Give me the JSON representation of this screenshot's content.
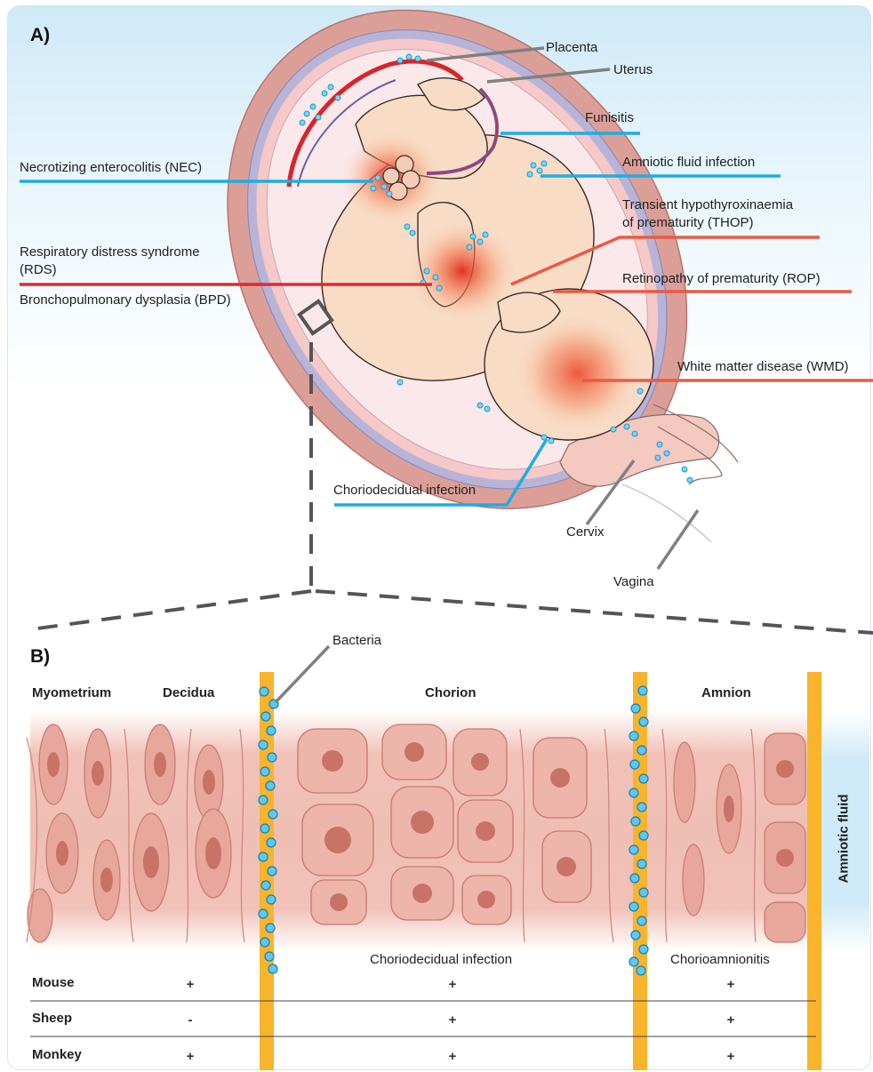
{
  "panel_a": {
    "letter": "A)",
    "labels": {
      "placenta": "Placenta",
      "uterus": "Uterus",
      "funisitis": "Funisitis",
      "amniotic_fluid_infection": "Amniotic fluid infection",
      "nec": "Necrotizing enterocolitis (NEC)",
      "thop_line1": "Transient hypothyroxinaemia",
      "thop_line2": "of prematurity (THOP)",
      "rds_line1": "Respiratory distress syndrome",
      "rds_line2": "(RDS)",
      "bpd": "Bronchopulmonary dysplasia (BPD)",
      "rop": "Retinopathy of prematurity (ROP)",
      "wmd": "White matter disease (WMD)",
      "choriodecidual": "Choriodecidual infection",
      "cervix": "Cervix",
      "vagina": "Vagina"
    }
  },
  "panel_b": {
    "letter": "B)",
    "bacteria_label": "Bacteria",
    "layers": {
      "myometrium": "Myometrium",
      "decidua": "Decidua",
      "chorion": "Chorion",
      "amnion": "Amnion",
      "amniotic_fluid": "Amniotic fluid"
    },
    "zones": {
      "choriodecidual": "Choriodecidual infection",
      "chorioamnionitis": "Chorioamnionitis"
    },
    "table": {
      "rows": [
        {
          "species": "Mouse",
          "decidua": "+",
          "chorion": "+",
          "amnion": "+"
        },
        {
          "species": "Sheep",
          "decidua": "-",
          "chorion": "+",
          "amnion": "+"
        },
        {
          "species": "Monkey",
          "decidua": "+",
          "chorion": "+",
          "amnion": "+"
        }
      ]
    }
  },
  "colors": {
    "blue_line": "#1aaee4",
    "red_line": "#dc2a31",
    "orange_line": "#ea5a45",
    "grey_line": "#808080",
    "membrane_yellow": "#f8b42a",
    "tissue_pink": "#f3c9c0"
  }
}
